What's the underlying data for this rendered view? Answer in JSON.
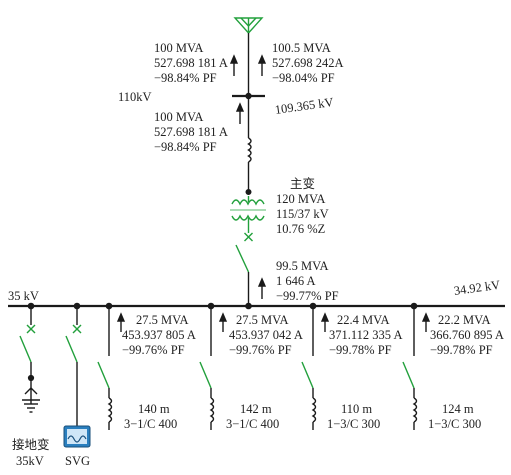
{
  "colors": {
    "line": "#1a1a1a",
    "breaker": "#22a03c",
    "svg_box": "#2a7fbf"
  },
  "grid_source": {
    "icon": "grid-source-icon"
  },
  "bus_110": {
    "name": "110kV",
    "voltage": "109.365 kV",
    "flow_left": {
      "mva": "100 MVA",
      "amps": "527.698 181 A",
      "pf": "−98.84% PF"
    },
    "flow_right": {
      "mva": "100.5 MVA",
      "amps": "527.698 242A",
      "pf": "−98.04% PF"
    },
    "flow_down": {
      "mva": "100 MVA",
      "amps": "527.698 181 A",
      "pf": "−98.84% PF"
    }
  },
  "main_transformer": {
    "name": "主变",
    "rating": "120 MVA",
    "ratio": "115/37 kV",
    "impedance": "10.76 %Z"
  },
  "incomer": {
    "mva": "99.5 MVA",
    "amps": "1 646 A",
    "pf": "−99.77% PF"
  },
  "bus_35": {
    "name": "35 kV",
    "voltage": "34.92 kV"
  },
  "feeders": [
    {
      "mva": "27.5 MVA",
      "amps": "453.937 805 A",
      "pf": "−99.76% PF",
      "length": "140 m",
      "cable": "3−1/C 400"
    },
    {
      "mva": "27.5 MVA",
      "amps": "453.937 042 A",
      "pf": "−99.76% PF",
      "length": "142 m",
      "cable": "3−1/C 400"
    },
    {
      "mva": "22.4 MVA",
      "amps": "371.112 335 A",
      "pf": "−99.78% PF",
      "length": "110 m",
      "cable": "1−3/C 300"
    },
    {
      "mva": "22.2 MVA",
      "amps": "366.760 895 A",
      "pf": "−99.78% PF",
      "length": "124 m",
      "cable": "1−3/C 300"
    }
  ],
  "grounding_transformer": {
    "name": "接地变",
    "voltage": "35kV"
  },
  "svg_device": {
    "name": "SVG"
  }
}
